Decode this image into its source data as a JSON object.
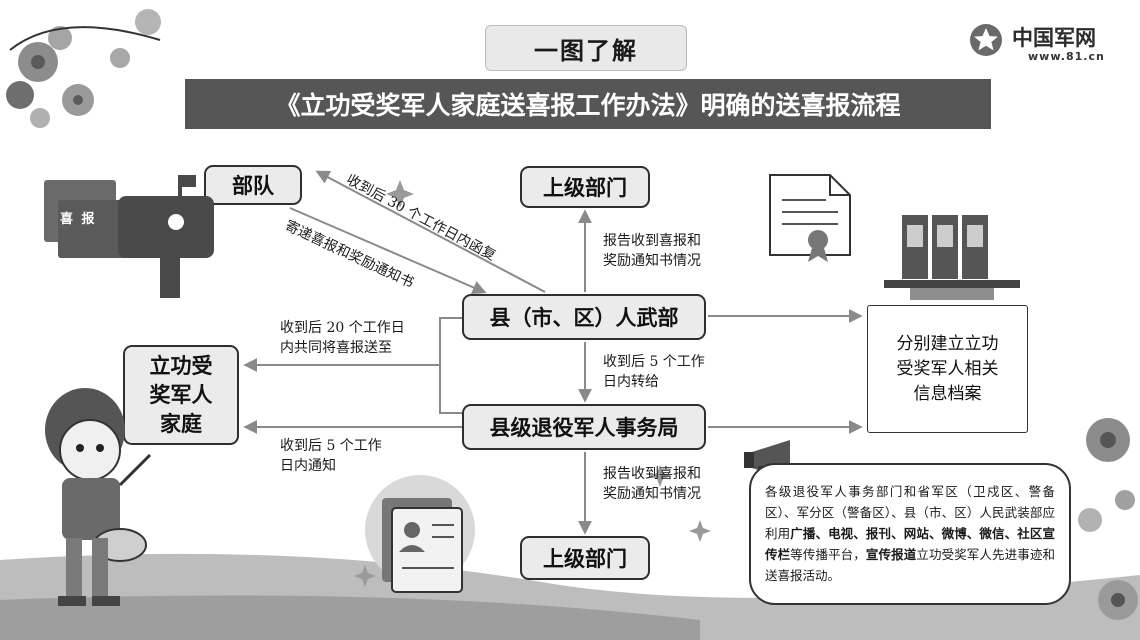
{
  "header": {
    "tag": "一图了解",
    "title": "《立功受奖军人家庭送喜报工作办法》明确的送喜报流程",
    "brand_name": "中国军网",
    "brand_url": "www.81.cn"
  },
  "nodes": {
    "army": "部队",
    "superior_top": "上级部门",
    "county_armed": "县（市、区）人武部",
    "county_bureau": "县级退役军人事务局",
    "superior_bottom": "上级部门",
    "family": "立功受\n奖军人\n家庭",
    "archive": "分别建立立功\n受奖军人相关\n信息档案"
  },
  "labels": {
    "reply_30": "收到后 30 个工作日内函复",
    "mail_notice": "寄递喜报和奖励通知书",
    "report_top": "报告收到喜报和\n奖励通知书情况",
    "deliver_20": "收到后 20 个工作日\n内共同将喜报送至",
    "transfer_5": "收到后 5 个工作\n日内转给",
    "notify_5": "收到后 5 个工作\n日内通知",
    "report_bottom": "报告收到喜报和\n奖励通知书情况"
  },
  "mailbox_card": "喜 报",
  "notice": {
    "p1": "各级退役军人事务部门和省军区（卫戍区、警备区）、军分区（警备区）、县（市、区）人民武装部应利用",
    "b1": "广播、电视、报刊、网站、微博、微信、社区宣传栏",
    "p2": "等传播平台，",
    "b2": "宣传报道",
    "p3": "立功受奖军人先进事迹和送喜报活动。"
  },
  "colors": {
    "banner": "#565656",
    "node_fill": "#ebebeb",
    "arrow": "#8a8a8a",
    "text": "#111111"
  }
}
